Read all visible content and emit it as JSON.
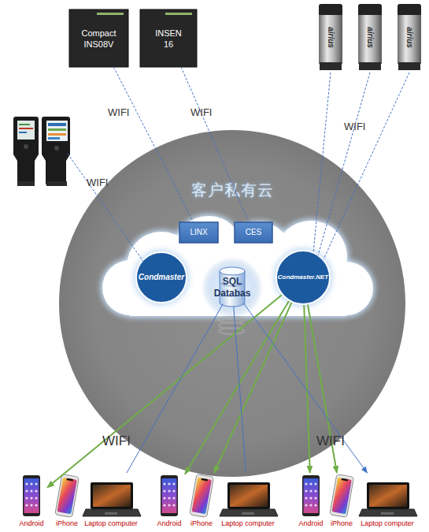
{
  "diagram": {
    "nodes": [
      {
        "text": [
          "Compact INS08V"
        ]
      },
      {
        "text": [
          "INSEN 16"
        ]
      },
      {
        "text": [
          "客户私有云"
        ]
      },
      {
        "text": [
          "LINX"
        ],
        "in": 2
      },
      {
        "text": [
          "CES"
        ],
        "in": 2
      },
      {
        "text": [
          "Condmaster"
        ],
        "in": 2
      },
      {
        "text": [
          "SQL Databas"
        ],
        "in": 2
      },
      {
        "text": [
          "Condmaster.NET"
        ],
        "in": 2
      },
      {
        "text": [
          "Android"
        ]
      },
      {
        "text": [
          "iPhone"
        ]
      },
      {
        "text": [
          "Laptop computer"
        ]
      },
      {
        "text": [
          "Android"
        ]
      },
      {
        "text": [
          "iPhone"
        ]
      },
      {
        "text": [
          "Laptop computer"
        ]
      },
      {
        "text": [
          "Android"
        ]
      },
      {
        "text": [
          "iPhone"
        ]
      },
      {
        "text": [
          "Laptop computer"
        ]
      }
    ],
    "edges": [
      {
        "from": 0,
        "to": 3,
        "arrow": "none"
      },
      {
        "from": 1,
        "to": 4,
        "arrow": "none"
      },
      {
        "from": 7,
        "to": 8,
        "arrow": "to"
      },
      {
        "from": 7,
        "to": 11,
        "arrow": "to"
      },
      {
        "from": 7,
        "to": 12,
        "arrow": "to"
      },
      {
        "from": 7,
        "to": 14,
        "arrow": "to"
      },
      {
        "from": 7,
        "to": 15,
        "arrow": "to"
      },
      {
        "from": 6,
        "to": 10,
        "arrow": "none"
      },
      {
        "from": 6,
        "to": 13,
        "arrow": "none"
      },
      {
        "from": 6,
        "to": 16,
        "arrow": "to"
      }
    ],
    "labels": [
      "WIFI",
      "WIFI",
      "WIFI",
      "WIFI",
      "WIFI",
      "WIFI",
      "airius",
      "airius",
      "airius"
    ]
  }
}
